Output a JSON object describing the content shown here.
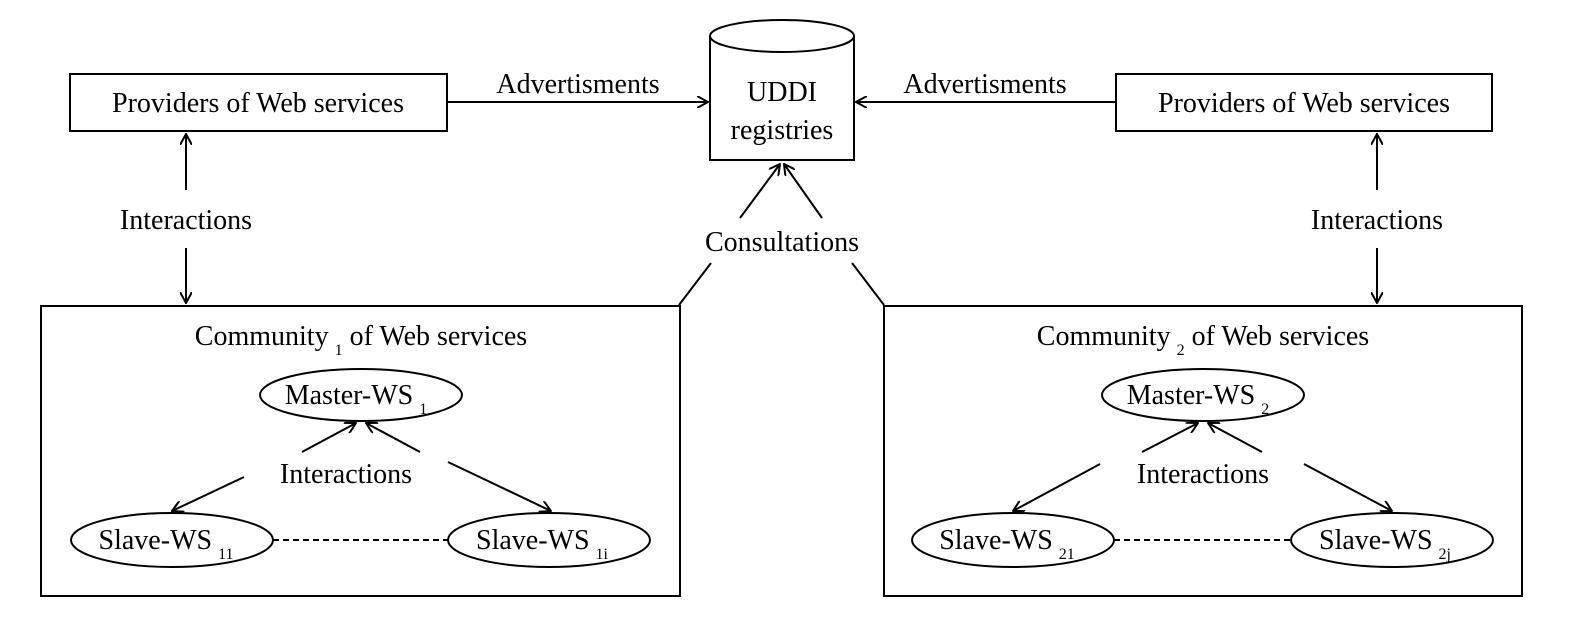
{
  "registry": {
    "line1": "UDDI",
    "line2": "registries"
  },
  "providers": {
    "left": "Providers of Web services",
    "right": "Providers of Web services"
  },
  "edge_labels": {
    "advertisments_left": "Advertisments",
    "advertisments_right": "Advertisments",
    "interactions_left": "Interactions",
    "interactions_right": "Interactions",
    "consultations": "Consultations"
  },
  "communities": [
    {
      "title": "Community",
      "title_sub": "1",
      "title_suffix": " of Web services",
      "master": {
        "label": "Master-WS",
        "sub": "1"
      },
      "interactions": "Interactions",
      "slave_a": {
        "label": "Slave-WS",
        "sub": "11"
      },
      "slave_b": {
        "label": "Slave-WS",
        "sub": "1i"
      }
    },
    {
      "title": "Community",
      "title_sub": "2",
      "title_suffix": " of Web services",
      "master": {
        "label": "Master-WS",
        "sub": "2"
      },
      "interactions": "Interactions",
      "slave_a": {
        "label": "Slave-WS",
        "sub": "21"
      },
      "slave_b": {
        "label": "Slave-WS",
        "sub": "2j"
      }
    }
  ]
}
